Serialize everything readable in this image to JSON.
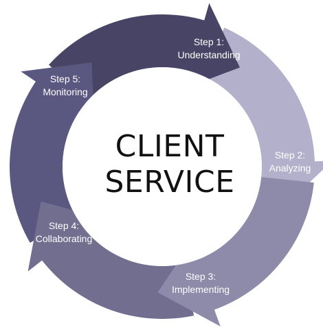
{
  "center": {
    "line1": "CLIENT",
    "line2": "SERVICE"
  },
  "steps": [
    {
      "step": "Step 1:",
      "name": "Understanding",
      "color": "#b3b0cc"
    },
    {
      "step": "Step 2:",
      "name": "Analyzing",
      "color": "#8d8aaa"
    },
    {
      "step": "Step 3:",
      "name": "Implementing",
      "color": "#716e90"
    },
    {
      "step": "Step 4:",
      "name": "Collaborating",
      "color": "#5a5780"
    },
    {
      "step": "Step 5:",
      "name": "Monitoring",
      "color": "#484466"
    }
  ]
}
